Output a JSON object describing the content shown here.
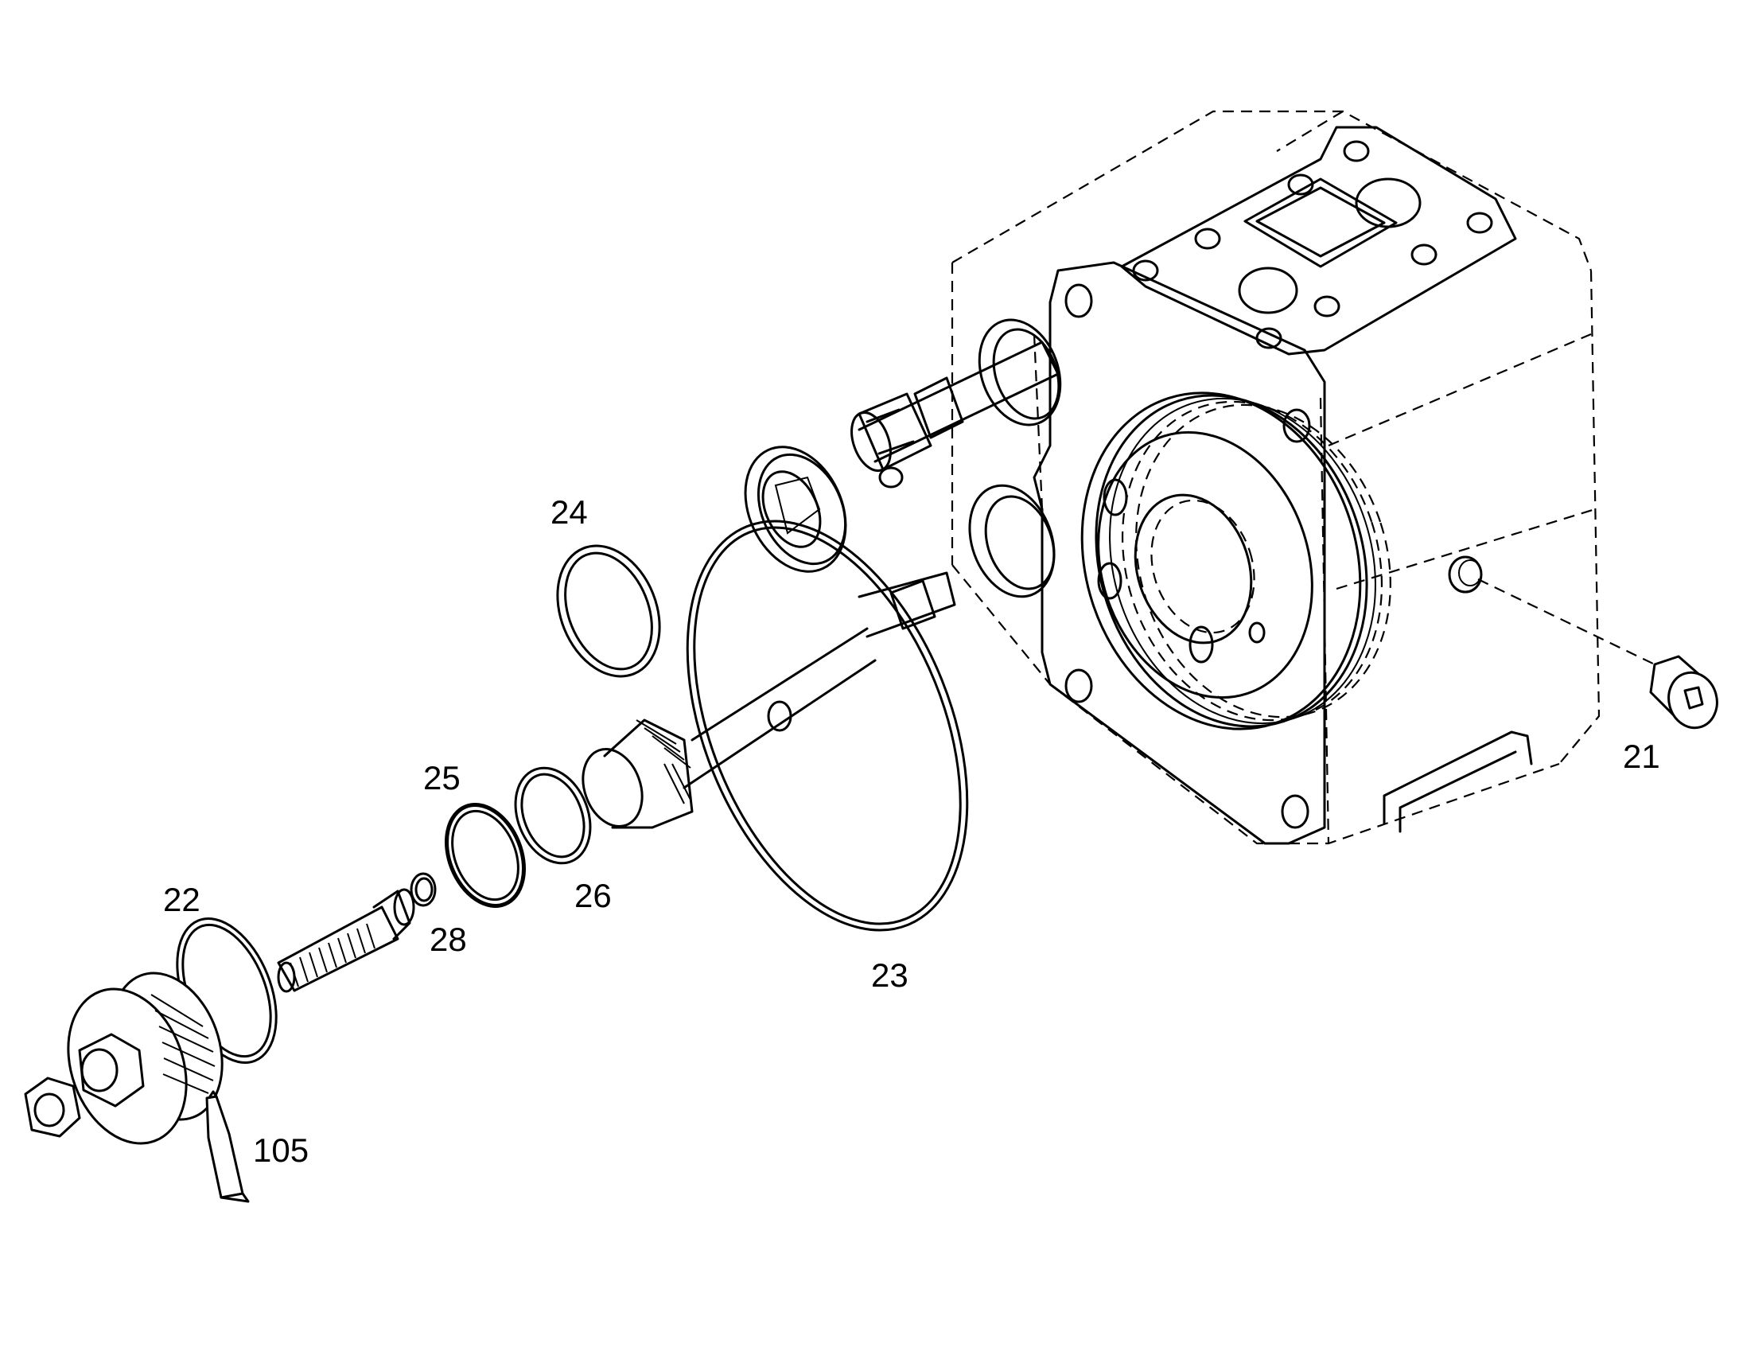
{
  "diagram": {
    "callouts": [
      {
        "id": "c21",
        "text": "21"
      },
      {
        "id": "c22",
        "text": "22"
      },
      {
        "id": "c23",
        "text": "23"
      },
      {
        "id": "c24",
        "text": "24"
      },
      {
        "id": "c25",
        "text": "25"
      },
      {
        "id": "c26",
        "text": "26"
      },
      {
        "id": "c28",
        "text": "28"
      },
      {
        "id": "c105",
        "text": "105"
      }
    ]
  }
}
